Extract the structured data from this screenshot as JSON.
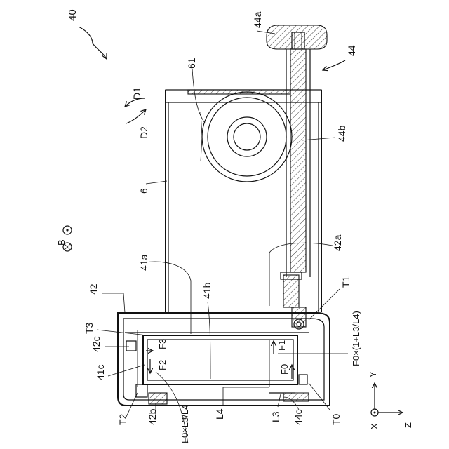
{
  "figure": {
    "labels": {
      "fig_no": "40",
      "l44a": "44a",
      "l44": "44",
      "l61": "61",
      "l44b": "44b",
      "l6": "6",
      "l42a": "42a",
      "l41a": "41a",
      "l41b": "41b",
      "l42": "42",
      "lT1": "T1",
      "lT3": "T3",
      "l42c": "42c",
      "l41c": "41c",
      "lT2": "T2",
      "l42b": "42b",
      "lL4": "L4",
      "lL3": "L3",
      "l44c": "44c",
      "lT0": "T0",
      "lF0": "F0",
      "lF1": "F1",
      "lF2": "F2",
      "lF3": "F3",
      "formula_top": "F0×(1+L3/L4)",
      "formula_left": "F0×L3/L4",
      "lD1": "D1",
      "lD2": "D2",
      "lB": "B",
      "lZ": "Z",
      "lY": "Y",
      "lX": "X"
    }
  }
}
